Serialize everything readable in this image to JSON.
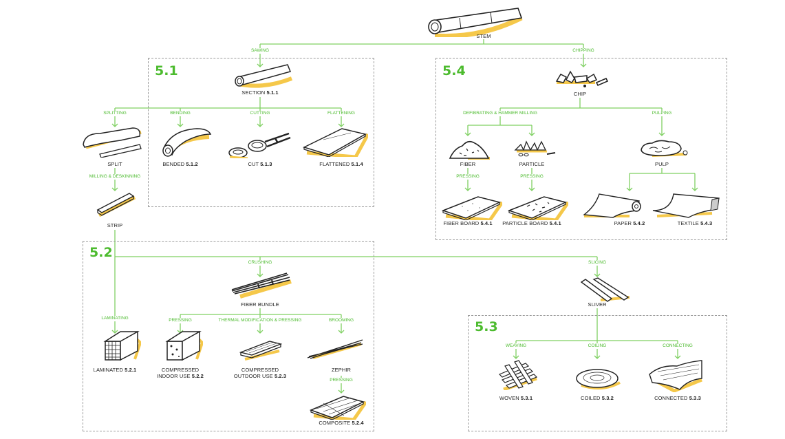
{
  "sections": {
    "s51": "5.1",
    "s52": "5.2",
    "s53": "5.3",
    "s54": "5.4"
  },
  "nodes": {
    "stem": {
      "text": "STEM",
      "code": ""
    },
    "section": {
      "text": "SECTION ",
      "code": "5.1.1"
    },
    "split": {
      "text": "SPLIT",
      "code": ""
    },
    "bended": {
      "text": "BENDED ",
      "code": "5.1.2"
    },
    "cut": {
      "text": "CUT ",
      "code": "5.1.3"
    },
    "flattened": {
      "text": "FLATTENED ",
      "code": "5.1.4"
    },
    "strip": {
      "text": "STRIP",
      "code": ""
    },
    "fiber_bundle": {
      "text": "FIBER BUNDLE",
      "code": ""
    },
    "laminated": {
      "text": "LAMINATED ",
      "code": "5.2.1"
    },
    "compressed_indoor": {
      "line1": "COMPRESSED",
      "text": "INDOOR USE ",
      "code": "5.2.2"
    },
    "compressed_outdoor": {
      "line1": "COMPRESSED",
      "text": "OUTDOOR USE ",
      "code": "5.2.3"
    },
    "zephir": {
      "text": "ZEPHIR",
      "code": ""
    },
    "composite": {
      "text": "COMPOSITE ",
      "code": "5.2.4"
    },
    "sliver": {
      "text": "SLIVER",
      "code": ""
    },
    "woven": {
      "text": "WOVEN ",
      "code": "5.3.1"
    },
    "coiled": {
      "text": "COILED ",
      "code": "5.3.2"
    },
    "connected": {
      "text": "CONNECTED ",
      "code": "5.3.3"
    },
    "chip": {
      "text": "CHIP",
      "code": ""
    },
    "fiber": {
      "text": "FIBER",
      "code": ""
    },
    "particle": {
      "text": "PARTICLE",
      "code": ""
    },
    "pulp": {
      "text": "PULP",
      "code": ""
    },
    "fiber_board": {
      "text": "FIBER BOARD ",
      "code": "5.4.1"
    },
    "particle_board": {
      "text": "PARTICLE  BOARD ",
      "code": "5.4.1"
    },
    "paper": {
      "text": "PAPER ",
      "code": "5.4.2"
    },
    "textile": {
      "text": "TEXTILE ",
      "code": "5.4.3"
    }
  },
  "processes": {
    "sawing": "SAWING",
    "chipping": "CHIPPING",
    "splitting": "SPLITTING",
    "bending": "BENDING",
    "cutting": "CUTTING",
    "flattening": "FLATTENING",
    "milling": "MILLING & DESKINNING",
    "crushing": "CRUSHING",
    "slicing": "SLICING",
    "laminating": "LAMINATING",
    "pressing_indoor": "PRESSING",
    "thermal": "THERMAL MODIFICATION & PRESSING",
    "brooming": "BROOMING",
    "pressing_zephir": "PRESSING",
    "weaving": "WEAVING",
    "coiling": "COILING",
    "connecting": "CONNECTING",
    "defibrating": "DEFIBRATING & HAMMER MILLING",
    "pulping": "PULPING",
    "pressing_fiber": "PRESSING",
    "pressing_particle": "PRESSING"
  },
  "colors": {
    "accent": "#4cbb2e",
    "line": "#7fd062",
    "shadow": "#f5c84a",
    "ink": "#222222"
  }
}
